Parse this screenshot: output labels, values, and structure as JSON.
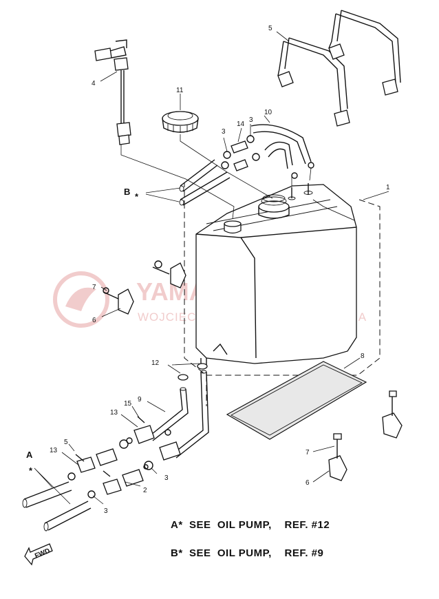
{
  "watermark": {
    "title": "YAMA-SKLEP.PL",
    "subtitle": "WOJCIECHOWICZ | DEALER YAMAHA"
  },
  "callouts": {
    "n1": "1",
    "n2": "2",
    "n3a": "3",
    "n3b": "3",
    "n3c": "3",
    "n3d": "3",
    "n4": "4",
    "n5a": "5",
    "n5b": "5",
    "n6a": "6",
    "n6b": "6",
    "n7a": "7",
    "n7b": "7",
    "n8": "8",
    "n9": "9",
    "n10": "10",
    "n11": "11",
    "n12": "12",
    "n13a": "13",
    "n13b": "13",
    "n14": "14",
    "n15": "15"
  },
  "markers": {
    "b_marker": "B",
    "a_marker": "A",
    "star": "*"
  },
  "notes": {
    "a_note": "A*  SEE  OIL PUMP,    REF. #12",
    "b_note": "B*  SEE  OIL PUMP,    REF. #9"
  },
  "fwd_label": "FWD"
}
